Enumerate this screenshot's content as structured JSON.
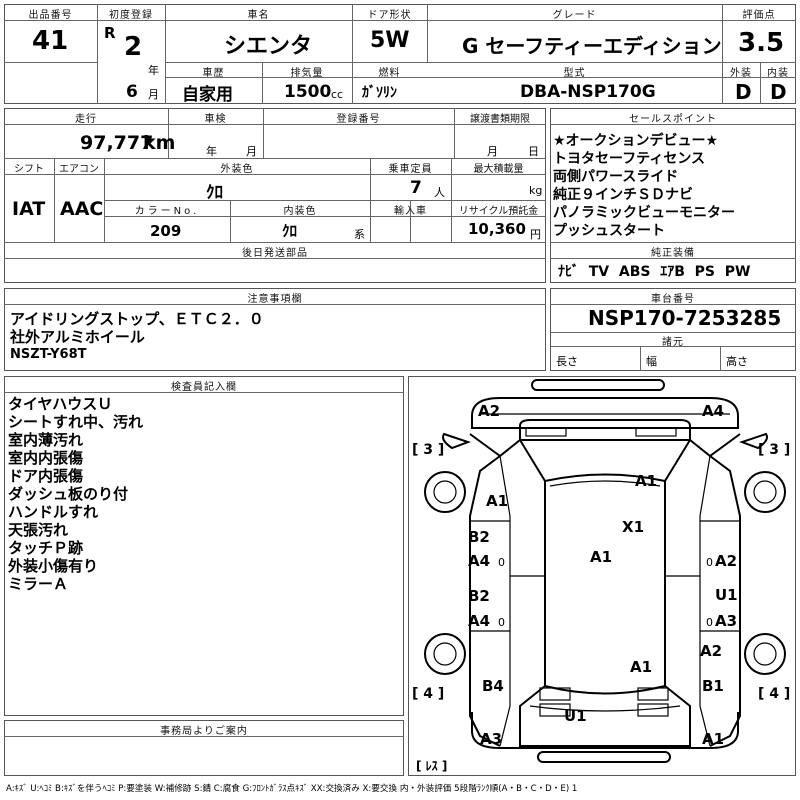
{
  "header": {
    "lot_no_label": "出品番号",
    "lot_no": "41",
    "first_reg_label": "初度登録",
    "era": "R",
    "reg_year": "2",
    "year_unit": "年",
    "reg_month": "6",
    "month_unit": "月",
    "car_name_label": "車名",
    "car_name": "シエンタ",
    "door_label": "ドア形状",
    "door": "5W",
    "grade_label": "グレード",
    "grade": "G セーフティーエディション",
    "score_label": "評価点",
    "score": "3.5",
    "history_label": "車歴",
    "history": "自家用",
    "displacement_label": "排気量",
    "displacement": "1500",
    "displacement_unit": "cc",
    "fuel_label": "燃料",
    "fuel": "ｶﾞｿﾘﾝ",
    "model_label": "型式",
    "model": "DBA-NSP170G",
    "exterior_label": "外装",
    "exterior": "D",
    "interior_label": "内装",
    "interior": "D"
  },
  "row2": {
    "mileage_label": "走行",
    "mileage": "97,777",
    "mileage_unit": "km",
    "inspection_label": "車検",
    "year_unit": "年",
    "month_unit": "月",
    "plate_label": "登録番号",
    "transfer_label": "譲渡書類期限",
    "t_month": "月",
    "t_day": "日",
    "shift_label": "シフト",
    "shift": "IAT",
    "ac_label": "エアコン",
    "ac": "AAC",
    "color_label": "外装色",
    "color": "ｸﾛ",
    "capacity_label": "乗車定員",
    "capacity": "7",
    "capacity_unit": "人",
    "load_label": "最大積載量",
    "load_unit": "kg",
    "color_no_label": "カラーNo.",
    "color_no": "209",
    "int_color_label": "内装色",
    "int_color": "ｸﾛ",
    "int_color_unit": "系",
    "import_label": "輸入車",
    "recycle_label": "リサイクル預託金",
    "recycle": "10,360",
    "recycle_unit": "円",
    "later_parts_label": "後日発送部品"
  },
  "sales_points": {
    "label": "セールスポイント",
    "items": [
      "★オークションデビュー★",
      "トヨタセーフティセンス",
      "両側パワースライド",
      "純正９インチＳＤナビ",
      "パノラミックビューモニター",
      "プッシュスタート"
    ]
  },
  "equipment": {
    "label": "純正装備",
    "value": "ﾅﾋﾞ  TV  ABS  ｴｱB  PS  PW"
  },
  "notes": {
    "label": "注意事項欄",
    "lines": [
      "アイドリングストップ、ＥＴＣ２．０",
      "社外アルミホイール",
      "NSZT-Y68T"
    ]
  },
  "chassis": {
    "label": "車台番号",
    "value": "NSP170-7253285",
    "spec_label": "諸元",
    "length": "長さ",
    "width": "幅",
    "height": "高さ"
  },
  "inspector": {
    "label": "検査員記入欄",
    "items": [
      "タイヤハウスＵ",
      "シートすれ中、汚れ",
      "室内薄汚れ",
      "室内内張傷",
      "ドア内張傷",
      "ダッシュ板のり付",
      "ハンドルすれ",
      "天張汚れ",
      "タッチＰ跡",
      "外装小傷有り",
      "ミラーＡ"
    ]
  },
  "office": {
    "label": "事務局よりご案内"
  },
  "diagram": {
    "marks": [
      "A2",
      "A4",
      "A1",
      "A1",
      "X1",
      "A1",
      "B2",
      "A4",
      "B2",
      "A4",
      "A2",
      "U1",
      "A3",
      "A2",
      "A1",
      "B4",
      "B1",
      "U1",
      "A3",
      "A1"
    ],
    "brackets": [
      "[ 3 ]",
      "[ 3 ]",
      "[ 4 ]",
      "[ 4 ]"
    ],
    "wheel_marks": [
      "0",
      "0",
      "0",
      "0"
    ],
    "lace": "[ ﾚｽ ]"
  },
  "legend": "A:ｷｽﾞ  U:ﾍｺﾐ  B:ｷｽﾞを伴うﾍｺﾐ  P:要塗装  W:補修跡  S:錆  C:腐食  G:ﾌﾛﾝﾄｶﾞﾗｽ点ｷｽﾞ  XX:交換済み  X:要交換   内・外装評価  5段階ﾗﾝｸ順(A・B・C・D・E) 1"
}
